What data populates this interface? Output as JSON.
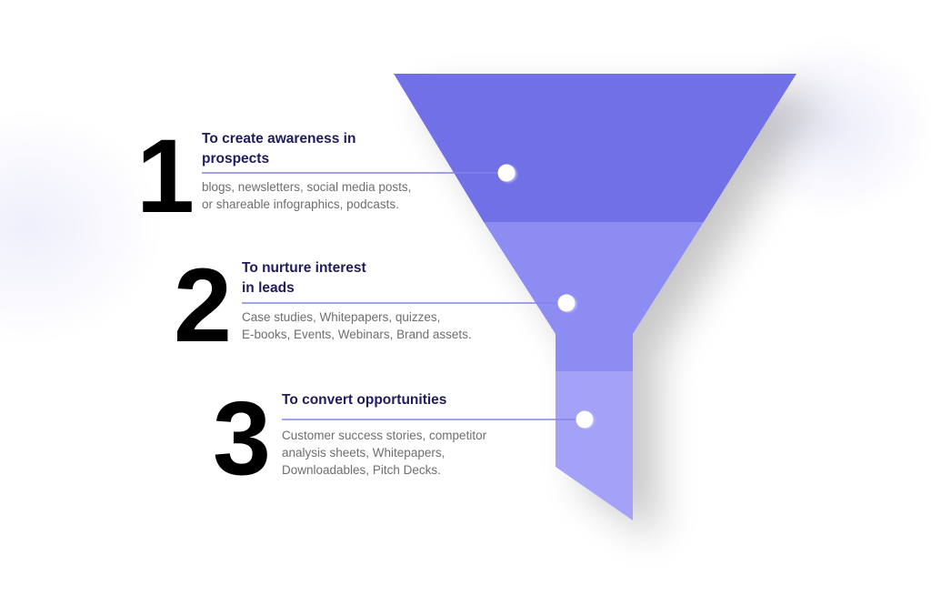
{
  "colors": {
    "stage1": "#7170e6",
    "stage2": "#8d8cf3",
    "stage3": "#a3a2f7",
    "connector": "#8483e8",
    "title": "#1f1b5c",
    "body": "#6e6e6e",
    "number": "#000000"
  },
  "steps": [
    {
      "number": "1",
      "title_line1": "To create awareness in",
      "title_line2": "prospects",
      "desc_line1": "blogs, newsletters, social media posts,",
      "desc_line2": "or shareable infographics, podcasts.",
      "desc_line3": ""
    },
    {
      "number": "2",
      "title_line1": "To nurture interest",
      "title_line2": "in leads",
      "desc_line1": "Case studies, Whitepapers, quizzes,",
      "desc_line2": "E-books, Events, Webinars, Brand assets.",
      "desc_line3": ""
    },
    {
      "number": "3",
      "title_line1": "To convert opportunities",
      "title_line2": "",
      "desc_line1": "Customer success stories, competitor",
      "desc_line2": "analysis sheets, Whitepapers,",
      "desc_line3": "Downloadables, Pitch Decks."
    }
  ]
}
